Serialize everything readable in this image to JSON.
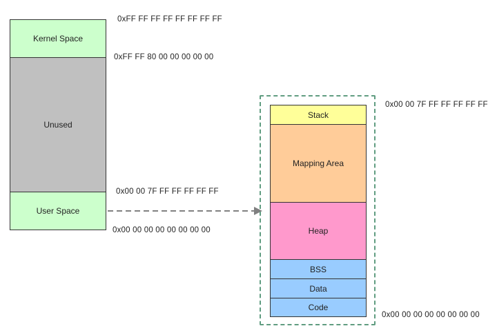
{
  "left_column": {
    "kernel_space": "Kernel Space",
    "unused": "Unused",
    "user_space": "User Space"
  },
  "left_addresses": {
    "top": "0xFF FF FF FF FF FF FF FF",
    "kernel_bottom": "0xFF FF 80 00 00 00 00 00",
    "user_top": "0x00 00 7F FF FF FF FF FF",
    "bottom": "0x00 00 00 00 00 00 00 00"
  },
  "right_column": {
    "stack": "Stack",
    "mapping_area": "Mapping Area",
    "heap": "Heap",
    "bss": "BSS",
    "data": "Data",
    "code": "Code"
  },
  "right_addresses": {
    "top": "0x00 00 7F FF FF FF FF FF",
    "bottom": "0x00 00 00 00 00 00 00 00"
  },
  "colors": {
    "kernel": "#ccffcc",
    "unused": "#c0c0c0",
    "user": "#ccffcc",
    "stack": "#ffff99",
    "mapping": "#ffcc99",
    "heap": "#ff99cc",
    "segments": "#99ccff",
    "frame": "#5f9c80",
    "arrow": "#808080"
  }
}
